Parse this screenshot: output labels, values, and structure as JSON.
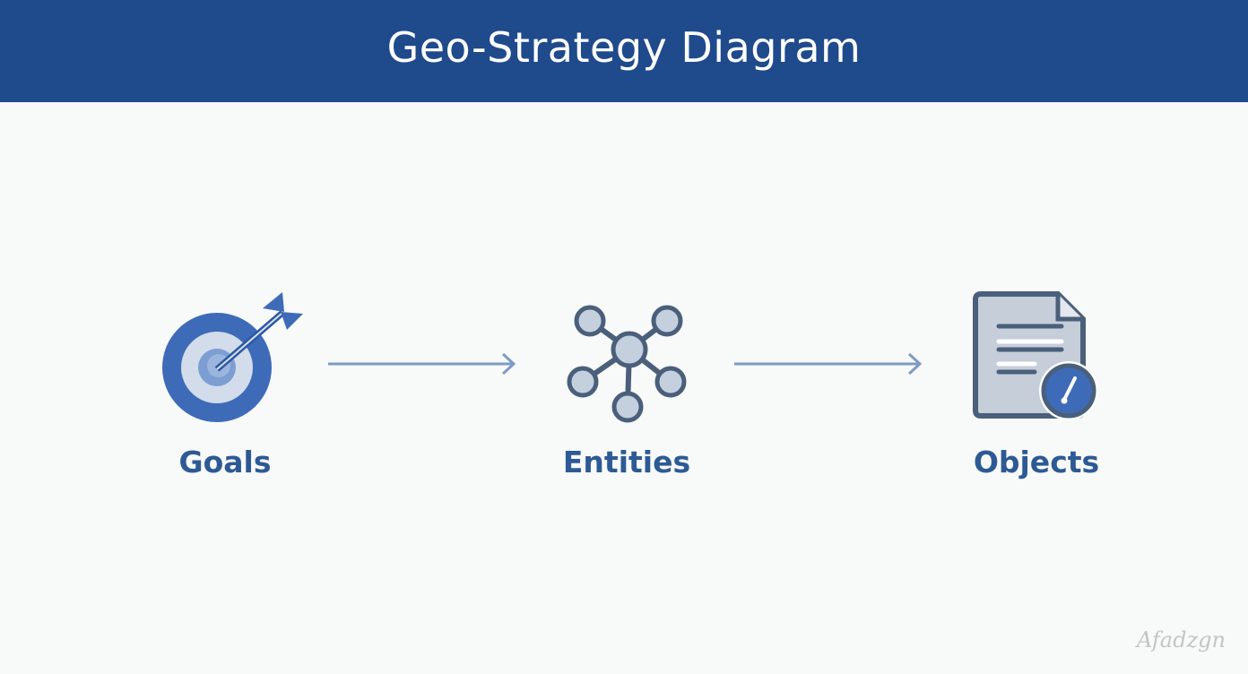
{
  "header": {
    "title": "Geo-Strategy Diagram"
  },
  "nodes": [
    {
      "label": "Goals",
      "icon": "target-icon"
    },
    {
      "label": "Entities",
      "icon": "network-icon"
    },
    {
      "label": "Objects",
      "icon": "document-check-icon"
    }
  ],
  "colors": {
    "header": "#1f4a8c",
    "label": "#2d5a94",
    "arrow": "#7e9bc4"
  },
  "signature": "Afadzgn"
}
